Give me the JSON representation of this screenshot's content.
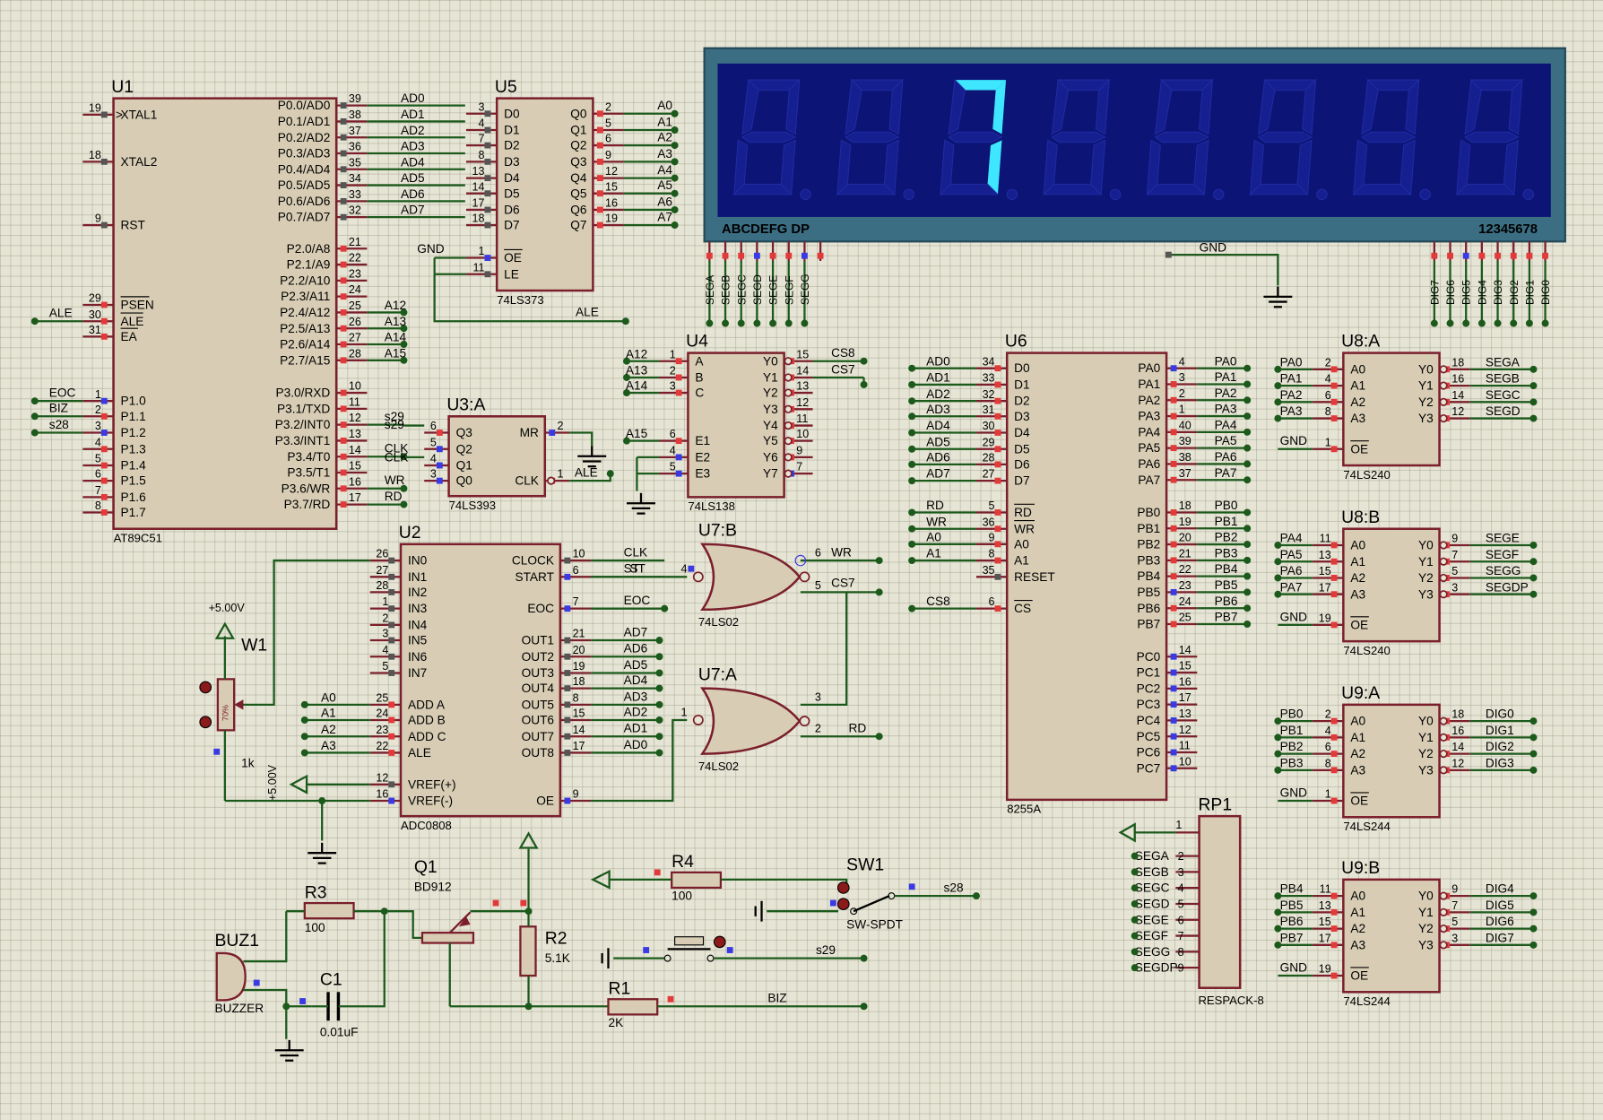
{
  "display": {
    "left_label": "ABCDEFG  DP",
    "right_label": "12345678",
    "digits": [
      "",
      "",
      "7",
      "",
      "",
      "",
      "",
      ""
    ],
    "seg_pins": [
      "SEGA",
      "SEGB",
      "SEGC",
      "SEGD",
      "SEGE",
      "SEGF",
      "SEGG"
    ],
    "dig_pins": [
      "DIG7",
      "DIG6",
      "DIG5",
      "DIG4",
      "DIG3",
      "DIG2",
      "DIG1",
      "DIG0"
    ],
    "gnd_label": "GND"
  },
  "chips": {
    "u1": {
      "ref": "U1",
      "part": "AT89C51",
      "left": [
        {
          "num": "19",
          "name": "XTAL1"
        },
        {
          "num": "18",
          "name": "XTAL2"
        },
        {
          "num": "9",
          "name": "RST"
        },
        {
          "num": "29",
          "name": "PSEN"
        },
        {
          "num": "30",
          "name": "ALE"
        },
        {
          "num": "31",
          "name": "EA"
        },
        {
          "num": "1",
          "name": "P1.0"
        },
        {
          "num": "2",
          "name": "P1.1"
        },
        {
          "num": "3",
          "name": "P1.2"
        },
        {
          "num": "4",
          "name": "P1.3"
        },
        {
          "num": "5",
          "name": "P1.4"
        },
        {
          "num": "6",
          "name": "P1.5"
        },
        {
          "num": "7",
          "name": "P1.6"
        },
        {
          "num": "8",
          "name": "P1.7"
        }
      ],
      "right": [
        {
          "num": "39",
          "name": "P0.0/AD0"
        },
        {
          "num": "38",
          "name": "P0.1/AD1"
        },
        {
          "num": "37",
          "name": "P0.2/AD2"
        },
        {
          "num": "36",
          "name": "P0.3/AD3"
        },
        {
          "num": "35",
          "name": "P0.4/AD4"
        },
        {
          "num": "34",
          "name": "P0.5/AD5"
        },
        {
          "num": "33",
          "name": "P0.6/AD6"
        },
        {
          "num": "32",
          "name": "P0.7/AD7"
        },
        {
          "num": "21",
          "name": "P2.0/A8"
        },
        {
          "num": "22",
          "name": "P2.1/A9"
        },
        {
          "num": "23",
          "name": "P2.2/A10"
        },
        {
          "num": "24",
          "name": "P2.3/A11"
        },
        {
          "num": "25",
          "name": "P2.4/A12"
        },
        {
          "num": "26",
          "name": "P2.5/A13"
        },
        {
          "num": "27",
          "name": "P2.6/A14"
        },
        {
          "num": "28",
          "name": "P2.7/A15"
        },
        {
          "num": "10",
          "name": "P3.0/RXD"
        },
        {
          "num": "11",
          "name": "P3.1/TXD"
        },
        {
          "num": "12",
          "name": "P3.2/INT0"
        },
        {
          "num": "13",
          "name": "P3.3/INT1"
        },
        {
          "num": "14",
          "name": "P3.4/T0"
        },
        {
          "num": "15",
          "name": "P3.5/T1"
        },
        {
          "num": "16",
          "name": "P3.6/WR"
        },
        {
          "num": "17",
          "name": "P3.7/RD"
        }
      ],
      "nets_left": [
        "ALE",
        "EOC",
        "BIZ",
        "s28"
      ],
      "nets_right": [
        "AD0",
        "AD1",
        "AD2",
        "AD3",
        "AD4",
        "AD5",
        "AD6",
        "AD7",
        "A12",
        "A13",
        "A14",
        "A15",
        "s29",
        "CLK",
        "WR",
        "RD"
      ]
    },
    "u5": {
      "ref": "U5",
      "part": "74LS373",
      "left": [
        {
          "num": "3",
          "name": "D0"
        },
        {
          "num": "4",
          "name": "D1"
        },
        {
          "num": "7",
          "name": "D2"
        },
        {
          "num": "8",
          "name": "D3"
        },
        {
          "num": "13",
          "name": "D4"
        },
        {
          "num": "14",
          "name": "D5"
        },
        {
          "num": "17",
          "name": "D6"
        },
        {
          "num": "18",
          "name": "D7"
        },
        {
          "num": "1",
          "name": "OE"
        },
        {
          "num": "11",
          "name": "LE"
        }
      ],
      "right": [
        {
          "num": "2",
          "name": "Q0",
          "net": "A0"
        },
        {
          "num": "5",
          "name": "Q1",
          "net": "A1"
        },
        {
          "num": "6",
          "name": "Q2",
          "net": "A2"
        },
        {
          "num": "9",
          "name": "Q3",
          "net": "A3"
        },
        {
          "num": "12",
          "name": "Q4",
          "net": "A4"
        },
        {
          "num": "15",
          "name": "Q5",
          "net": "A5"
        },
        {
          "num": "16",
          "name": "Q6",
          "net": "A6"
        },
        {
          "num": "19",
          "name": "Q7",
          "net": "A7"
        }
      ],
      "gnd": "GND",
      "ale": "ALE"
    },
    "u4": {
      "ref": "U4",
      "part": "74LS138",
      "left": [
        {
          "num": "1",
          "name": "A",
          "net": "A12"
        },
        {
          "num": "2",
          "name": "B",
          "net": "A13"
        },
        {
          "num": "3",
          "name": "C",
          "net": "A14"
        },
        {
          "num": "6",
          "name": "E1",
          "net": "A15"
        },
        {
          "num": "4",
          "name": "E2",
          "net": ""
        },
        {
          "num": "5",
          "name": "E3",
          "net": ""
        }
      ],
      "right": [
        {
          "num": "15",
          "name": "Y0",
          "net": "CS8"
        },
        {
          "num": "14",
          "name": "Y1",
          "net": "CS7"
        },
        {
          "num": "13",
          "name": "Y2",
          "net": ""
        },
        {
          "num": "12",
          "name": "Y3",
          "net": ""
        },
        {
          "num": "11",
          "name": "Y4",
          "net": ""
        },
        {
          "num": "10",
          "name": "Y5",
          "net": ""
        },
        {
          "num": "9",
          "name": "Y6",
          "net": ""
        },
        {
          "num": "7",
          "name": "Y7",
          "net": ""
        }
      ]
    },
    "u3": {
      "ref": "U3:A",
      "part": "74LS393",
      "left": [
        {
          "num": "6",
          "name": "Q3",
          "net": "s29"
        },
        {
          "num": "5",
          "name": "Q2",
          "net": ""
        },
        {
          "num": "4",
          "name": "Q1",
          "net": "CLK"
        },
        {
          "num": "3",
          "name": "Q0",
          "net": ""
        }
      ],
      "right": [
        {
          "num": "2",
          "name": "MR"
        },
        {
          "num": "1",
          "name": "CLK",
          "net": "ALE"
        }
      ]
    },
    "u2": {
      "ref": "U2",
      "part": "ADC0808",
      "left": [
        {
          "num": "26",
          "name": "IN0"
        },
        {
          "num": "27",
          "name": "IN1"
        },
        {
          "num": "28",
          "name": "IN2"
        },
        {
          "num": "1",
          "name": "IN3"
        },
        {
          "num": "2",
          "name": "IN4"
        },
        {
          "num": "3",
          "name": "IN5"
        },
        {
          "num": "4",
          "name": "IN6"
        },
        {
          "num": "5",
          "name": "IN7"
        },
        {
          "num": "25",
          "name": "ADD A",
          "net": "A0"
        },
        {
          "num": "24",
          "name": "ADD B",
          "net": "A1"
        },
        {
          "num": "23",
          "name": "ADD C",
          "net": "A2"
        },
        {
          "num": "22",
          "name": "ALE",
          "net": "A3"
        },
        {
          "num": "12",
          "name": "VREF(+)"
        },
        {
          "num": "16",
          "name": "VREF(-)"
        }
      ],
      "right": [
        {
          "num": "10",
          "name": "CLOCK",
          "net": "CLK"
        },
        {
          "num": "6",
          "name": "START",
          "net": "ST"
        },
        {
          "num": "7",
          "name": "EOC",
          "net": "EOC"
        },
        {
          "num": "21",
          "name": "OUT1",
          "net": "AD7"
        },
        {
          "num": "20",
          "name": "OUT2",
          "net": "AD6"
        },
        {
          "num": "19",
          "name": "OUT3",
          "net": "AD5"
        },
        {
          "num": "18",
          "name": "OUT4",
          "net": "AD4"
        },
        {
          "num": "8",
          "name": "OUT5",
          "net": "AD3"
        },
        {
          "num": "15",
          "name": "OUT6",
          "net": "AD2"
        },
        {
          "num": "14",
          "name": "OUT7",
          "net": "AD1"
        },
        {
          "num": "17",
          "name": "OUT8",
          "net": "AD0"
        },
        {
          "num": "9",
          "name": "OE"
        }
      ]
    },
    "u6": {
      "ref": "U6",
      "part": "8255A",
      "left": [
        {
          "num": "34",
          "name": "D0",
          "net": "AD0"
        },
        {
          "num": "33",
          "name": "D1",
          "net": "AD1"
        },
        {
          "num": "32",
          "name": "D2",
          "net": "AD2"
        },
        {
          "num": "31",
          "name": "D3",
          "net": "AD3"
        },
        {
          "num": "30",
          "name": "D4",
          "net": "AD4"
        },
        {
          "num": "29",
          "name": "D5",
          "net": "AD5"
        },
        {
          "num": "28",
          "name": "D6",
          "net": "AD6"
        },
        {
          "num": "27",
          "name": "D7",
          "net": "AD7"
        },
        {
          "num": "5",
          "name": "RD",
          "net": "RD"
        },
        {
          "num": "36",
          "name": "WR",
          "net": "WR"
        },
        {
          "num": "9",
          "name": "A0",
          "net": "A0"
        },
        {
          "num": "8",
          "name": "A1",
          "net": "A1"
        },
        {
          "num": "35",
          "name": "RESET",
          "net": ""
        },
        {
          "num": "6",
          "name": "CS",
          "net": "CS8"
        }
      ],
      "right": [
        {
          "num": "4",
          "name": "PA0",
          "net": "PA0"
        },
        {
          "num": "3",
          "name": "PA1",
          "net": "PA1"
        },
        {
          "num": "2",
          "name": "PA2",
          "net": "PA2"
        },
        {
          "num": "1",
          "name": "PA3",
          "net": "PA3"
        },
        {
          "num": "40",
          "name": "PA4",
          "net": "PA4"
        },
        {
          "num": "39",
          "name": "PA5",
          "net": "PA5"
        },
        {
          "num": "38",
          "name": "PA6",
          "net": "PA6"
        },
        {
          "num": "37",
          "name": "PA7",
          "net": "PA7"
        },
        {
          "num": "18",
          "name": "PB0",
          "net": "PB0"
        },
        {
          "num": "19",
          "name": "PB1",
          "net": "PB1"
        },
        {
          "num": "20",
          "name": "PB2",
          "net": "PB2"
        },
        {
          "num": "21",
          "name": "PB3",
          "net": "PB3"
        },
        {
          "num": "22",
          "name": "PB4",
          "net": "PB4"
        },
        {
          "num": "23",
          "name": "PB5",
          "net": "PB5"
        },
        {
          "num": "24",
          "name": "PB6",
          "net": "PB6"
        },
        {
          "num": "25",
          "name": "PB7",
          "net": "PB7"
        },
        {
          "num": "14",
          "name": "PC0"
        },
        {
          "num": "15",
          "name": "PC1"
        },
        {
          "num": "16",
          "name": "PC2"
        },
        {
          "num": "17",
          "name": "PC3"
        },
        {
          "num": "13",
          "name": "PC4"
        },
        {
          "num": "12",
          "name": "PC5"
        },
        {
          "num": "11",
          "name": "PC6"
        },
        {
          "num": "10",
          "name": "PC7"
        }
      ]
    },
    "u8a": {
      "ref": "U8:A",
      "part": "74LS240",
      "in": [
        {
          "num": "2",
          "name": "A0",
          "net": "PA0"
        },
        {
          "num": "4",
          "name": "A1",
          "net": "PA1"
        },
        {
          "num": "6",
          "name": "A2",
          "net": "PA2"
        },
        {
          "num": "8",
          "name": "A3",
          "net": "PA3"
        }
      ],
      "out": [
        {
          "num": "18",
          "name": "Y0",
          "net": "SEGA"
        },
        {
          "num": "16",
          "name": "Y1",
          "net": "SEGB"
        },
        {
          "num": "14",
          "name": "Y2",
          "net": "SEGC"
        },
        {
          "num": "12",
          "name": "Y3",
          "net": "SEGD"
        }
      ],
      "oe": {
        "num": "1",
        "name": "OE",
        "net": "GND"
      }
    },
    "u8b": {
      "ref": "U8:B",
      "part": "74LS240",
      "in": [
        {
          "num": "11",
          "name": "A0",
          "net": "PA4"
        },
        {
          "num": "13",
          "name": "A1",
          "net": "PA5"
        },
        {
          "num": "15",
          "name": "A2",
          "net": "PA6"
        },
        {
          "num": "17",
          "name": "A3",
          "net": "PA7"
        }
      ],
      "out": [
        {
          "num": "9",
          "name": "Y0",
          "net": "SEGE"
        },
        {
          "num": "7",
          "name": "Y1",
          "net": "SEGF"
        },
        {
          "num": "5",
          "name": "Y2",
          "net": "SEGG"
        },
        {
          "num": "3",
          "name": "Y3",
          "net": "SEGDP"
        }
      ],
      "oe": {
        "num": "19",
        "name": "OE",
        "net": "GND"
      }
    },
    "u9a": {
      "ref": "U9:A",
      "part": "74LS244",
      "in": [
        {
          "num": "2",
          "name": "A0",
          "net": "PB0"
        },
        {
          "num": "4",
          "name": "A1",
          "net": "PB1"
        },
        {
          "num": "6",
          "name": "A2",
          "net": "PB2"
        },
        {
          "num": "8",
          "name": "A3",
          "net": "PB3"
        }
      ],
      "out": [
        {
          "num": "18",
          "name": "Y0",
          "net": "DIG0"
        },
        {
          "num": "16",
          "name": "Y1",
          "net": "DIG1"
        },
        {
          "num": "14",
          "name": "Y2",
          "net": "DIG2"
        },
        {
          "num": "12",
          "name": "Y3",
          "net": "DIG3"
        }
      ],
      "oe": {
        "num": "1",
        "name": "OE",
        "net": "GND"
      }
    },
    "u9b": {
      "ref": "U9:B",
      "part": "74LS244",
      "in": [
        {
          "num": "11",
          "name": "A0",
          "net": "PB4"
        },
        {
          "num": "13",
          "name": "A1",
          "net": "PB5"
        },
        {
          "num": "15",
          "name": "A2",
          "net": "PB6"
        },
        {
          "num": "17",
          "name": "A3",
          "net": "PB7"
        }
      ],
      "out": [
        {
          "num": "9",
          "name": "Y0",
          "net": "DIG4"
        },
        {
          "num": "7",
          "name": "Y1",
          "net": "DIG5"
        },
        {
          "num": "5",
          "name": "Y2",
          "net": "DIG6"
        },
        {
          "num": "3",
          "name": "Y3",
          "net": "DIG7"
        }
      ],
      "oe": {
        "num": "19",
        "name": "OE",
        "net": "GND"
      }
    },
    "u7b": {
      "ref": "U7:B",
      "part": "74LS02",
      "in": [
        {
          "num": "4",
          "net": "ST"
        },
        {
          "num": "6",
          "net": "WR"
        },
        {
          "num": "5",
          "net": "CS7"
        }
      ]
    },
    "u7a": {
      "ref": "U7:A",
      "part": "74LS02",
      "in": [
        {
          "num": "1"
        },
        {
          "num": "3"
        },
        {
          "num": "2",
          "net": "RD"
        }
      ]
    },
    "rp1": {
      "ref": "RP1",
      "part": "RESPACK-8",
      "pins": [
        "SEGA",
        "SEGB",
        "SEGC",
        "SEGD",
        "SEGE",
        "SEGF",
        "SEGG",
        "SEGDP"
      ],
      "nums": [
        "1",
        "2",
        "3",
        "4",
        "5",
        "6",
        "7",
        "8",
        "9"
      ]
    }
  },
  "parts": {
    "w1": {
      "ref": "W1",
      "value": "1k",
      "pct": "70%",
      "vcc": "+5.00V"
    },
    "vref": {
      "label": "+5.00V"
    },
    "q1": {
      "ref": "Q1",
      "part": "BD912"
    },
    "r1": {
      "ref": "R1",
      "value": "2K"
    },
    "r2": {
      "ref": "R2",
      "value": "5.1K"
    },
    "r3": {
      "ref": "R3",
      "value": "100"
    },
    "r4": {
      "ref": "R4",
      "value": "100"
    },
    "c1": {
      "ref": "C1",
      "value": "0.01uF"
    },
    "buz1": {
      "ref": "BUZ1",
      "part": "BUZZER"
    },
    "sw1": {
      "ref": "SW1",
      "part": "SW-SPDT"
    },
    "nets": {
      "s28": "s28",
      "s29": "s29",
      "biz": "BIZ"
    }
  }
}
